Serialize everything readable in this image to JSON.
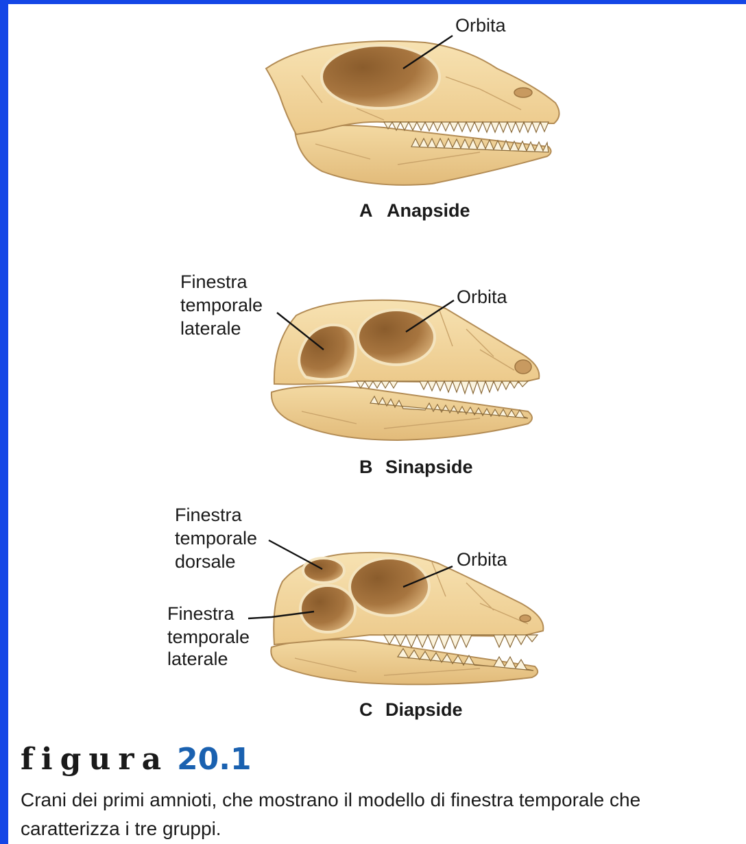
{
  "colors": {
    "border": "#1446e6",
    "bone": "#f1d59c",
    "bone_shadow": "#d8b274",
    "cavity_dark": "#8a5c2c",
    "cavity_light": "#d9b078",
    "figure_number": "#1a61b0"
  },
  "skulls": [
    {
      "caption_letter": "A",
      "caption_name": "Anapside",
      "labels": {
        "orbita": "Orbita"
      }
    },
    {
      "caption_letter": "B",
      "caption_name": "Sinapside",
      "labels": {
        "orbita": "Orbita",
        "lateral_line1": "Finestra",
        "lateral_line2": "temporale",
        "lateral_line3": "laterale"
      }
    },
    {
      "caption_letter": "C",
      "caption_name": "Diapside",
      "labels": {
        "orbita": "Orbita",
        "dorsal_line1": "Finestra",
        "dorsal_line2": "temporale",
        "dorsal_line3": "dorsale",
        "lateral_line1": "Finestra",
        "lateral_line2": "temporale",
        "lateral_line3": "laterale"
      }
    }
  ],
  "figure": {
    "word": "figura",
    "number": "20.1",
    "caption": "Crani dei primi amnioti, che mostrano il modello di finestra temporale che caratterizza i tre gruppi."
  }
}
